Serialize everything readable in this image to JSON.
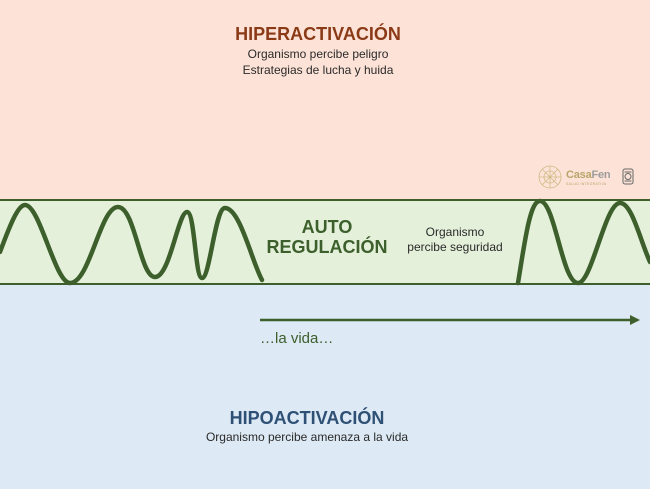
{
  "hyperactivation": {
    "title": "HIPERACTIVACIÓN",
    "line1": "Organismo percibe peligro",
    "line2": "Estrategias de lucha y huida",
    "color": "#fde3d7"
  },
  "autoregulation": {
    "title_line1": "AUTO",
    "title_line2": "REGULACIÓN",
    "line1": "Organismo",
    "line2": "percibe seguridad",
    "color": "#e4f0da"
  },
  "life_arrow": {
    "label": "…la vida…"
  },
  "hypoactivation": {
    "title": "HIPOACTIVACIÓN",
    "line1": "Organismo percibe amenaza  a la vida",
    "color": "#dde9f4"
  },
  "logo": {
    "brand_part1": "Casa",
    "brand_part2": "Fen",
    "tagline": "SALUD INTEGRATIVA",
    "icons": [
      "mandala-icon",
      "registered-badge-icon"
    ]
  },
  "colors": {
    "wave": "#3c5f2c",
    "hyper_title": "#8b3a17",
    "hypo_title": "#2e5075"
  }
}
